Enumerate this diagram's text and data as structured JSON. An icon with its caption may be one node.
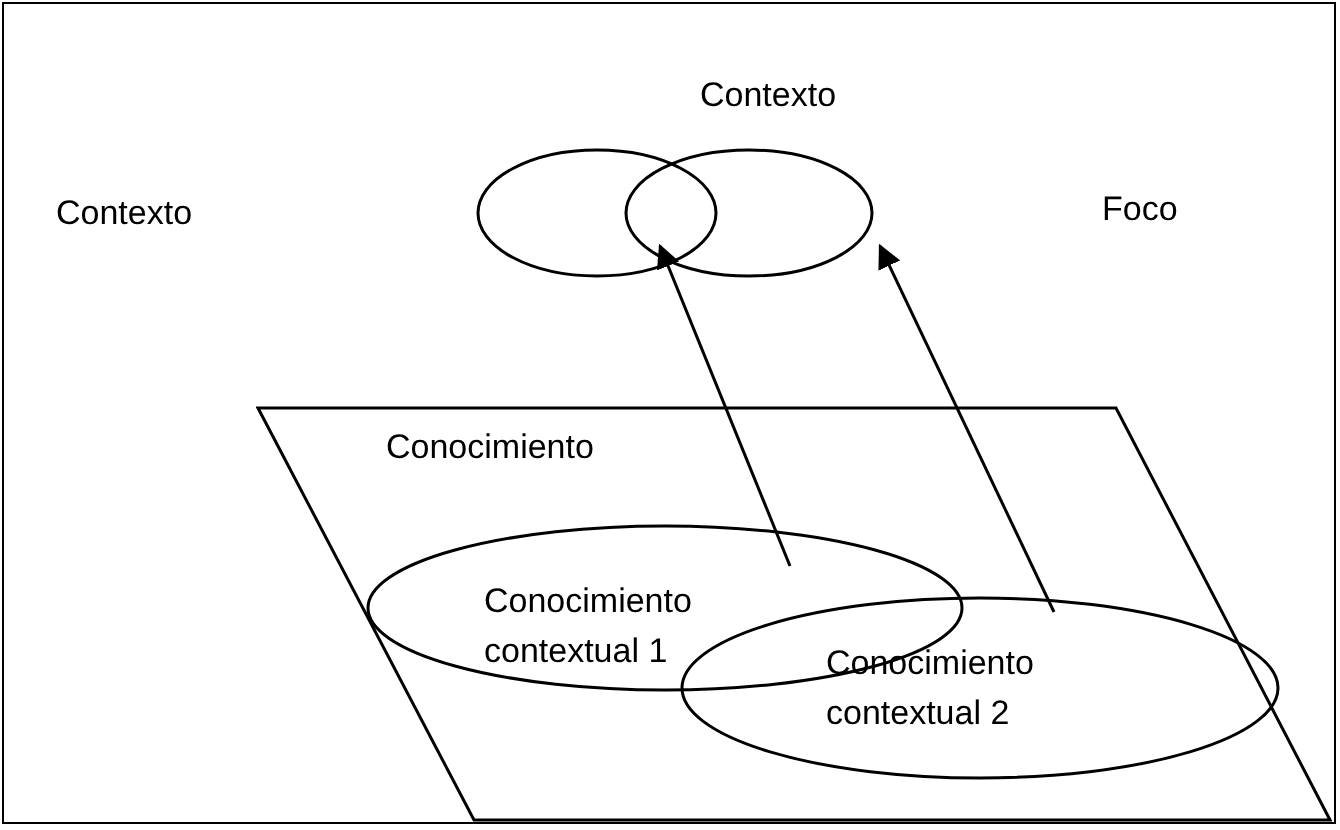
{
  "diagram": {
    "nodes": [
      {
        "text": [],
        "shape": "ellipse"
      },
      {
        "text": [],
        "shape": "ellipse"
      },
      {
        "text": [
          "Conocimiento"
        ]
      },
      {
        "text": [
          "Conocimiento contextual 1"
        ],
        "in": 2
      },
      {
        "text": [
          "Conocimiento contextual 2"
        ],
        "in": 2
      }
    ],
    "edges": [
      {
        "from": 3,
        "to": 0,
        "arrow": "to"
      },
      {
        "from": 4,
        "to": 1,
        "arrow": "to"
      }
    ],
    "labels": [
      "Contexto",
      "Contexto",
      "Foco"
    ]
  }
}
